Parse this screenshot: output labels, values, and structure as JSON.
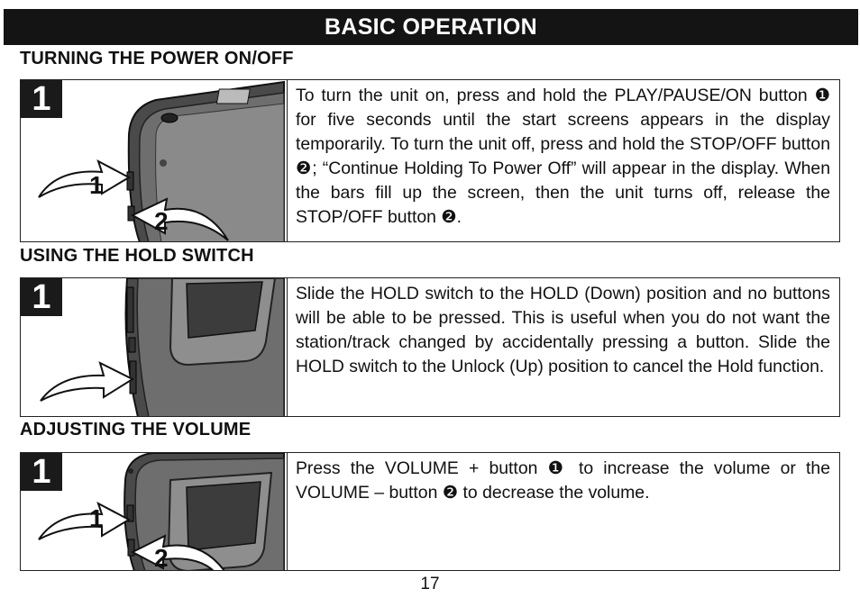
{
  "header": {
    "title": "BASIC OPERATION"
  },
  "sections": [
    {
      "title": "TURNING THE POWER ON/OFF",
      "step": "1",
      "callouts": [
        "1",
        "2"
      ],
      "text": "To turn the unit on, press and hold the PLAY/PAUSE/ON button ❶ for five seconds until the start screens appears in the display temporarily. To turn the unit off, press and hold the STOP/OFF button ❷; “Continue Holding To Power Off” will appear in the display. When the bars fill up the screen, then the unit turns off, release the STOP/OFF button ❷."
    },
    {
      "title": "USING THE HOLD SWITCH",
      "step": "1",
      "text": "Slide the HOLD switch to the HOLD (Down) position and no buttons will be able to be pressed. This is useful when you do not want the station/track changed by accidentally pressing a button. Slide the HOLD switch to the Unlock (Up) position to cancel the Hold function."
    },
    {
      "title": "ADJUSTING THE VOLUME",
      "step": "1",
      "callouts": [
        "1",
        "2"
      ],
      "text": "Press the VOLUME + button ❶ to increase the volume or the VOLUME – button ❷ to decrease the volume."
    }
  ],
  "footer": {
    "page_number": "17"
  },
  "colors": {
    "header_bg": "#141414",
    "device_body": "#6e6e6e",
    "device_edge": "#4a4a4a",
    "device_screen": "#3c3c3c"
  }
}
